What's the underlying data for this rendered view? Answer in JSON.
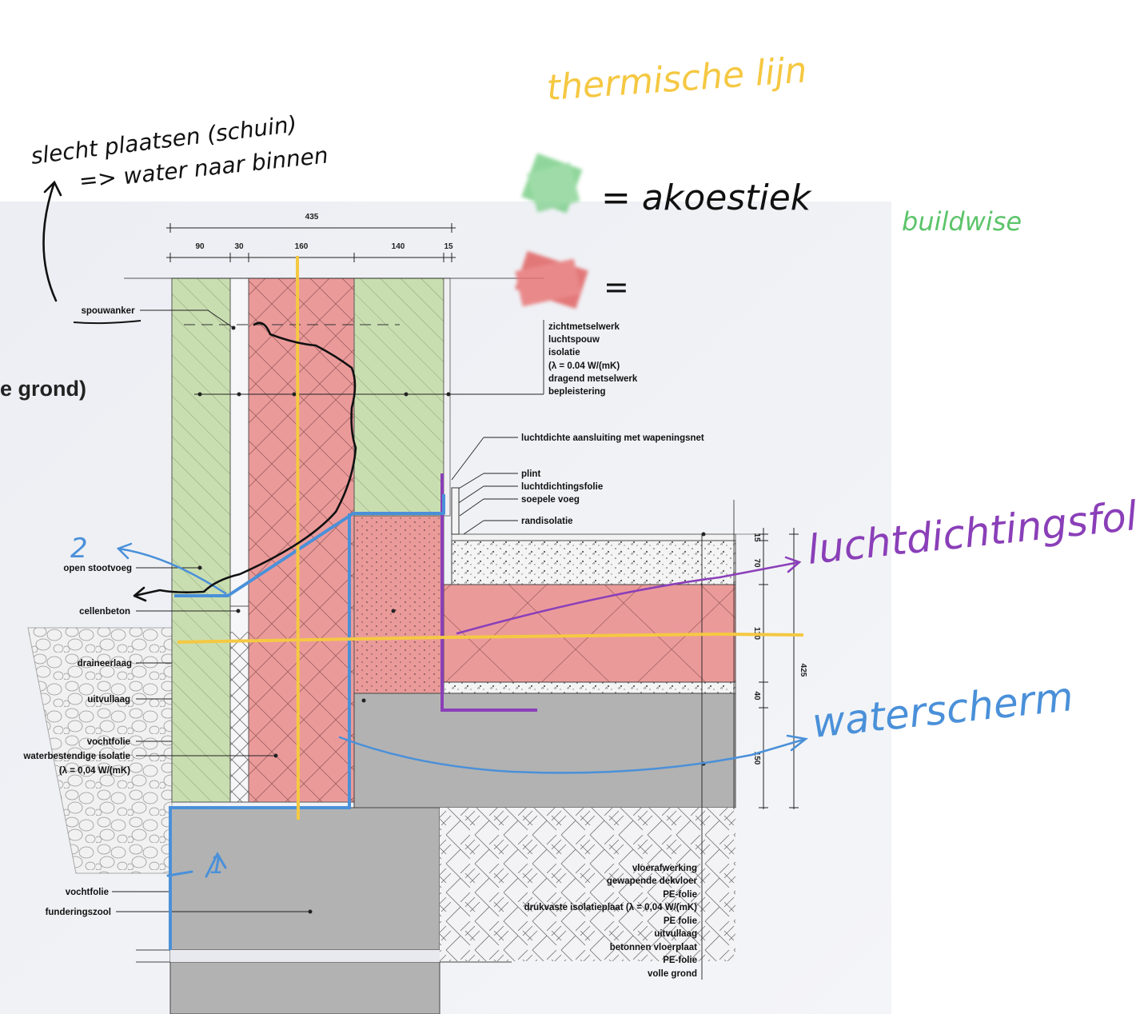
{
  "diagram": {
    "section_title_fragment": "e grond)",
    "dimensions_top": {
      "overall": "435",
      "segments": [
        "90",
        "30",
        "160",
        "140",
        "15"
      ]
    },
    "dimensions_right": {
      "segments": [
        "15",
        "70",
        "110",
        "40",
        "150"
      ],
      "overall": "425"
    },
    "labels_left": {
      "spouwanker": "spouwanker",
      "open_stootvoeg": "open stootvoeg",
      "cellenbeton": "cellenbeton",
      "draineerlaag": "draineerlaag",
      "uitvullaag": "uitvullaag",
      "vochtfolie": "vochtfolie",
      "waterbestendige_isolatie": "waterbestendige isolatie",
      "lambda_left": "(λ = 0,04 W/(mK)",
      "vochtfolie_bottom": "vochtfolie",
      "funderingszool": "funderingszool"
    },
    "labels_wall": [
      "zichtmetselwerk",
      "luchtspouw",
      "isolatie",
      "(λ = 0.04 W/(mK)",
      "dragend metselwerk",
      "bepleistering"
    ],
    "labels_right": {
      "luchtdichte_aansluiting": "luchtdichte aansluiting met wapeningsnet",
      "plint": "plint",
      "luchtdichtingsfolie": "luchtdichtingsfolie",
      "soepele_voeg": "soepele voeg",
      "randisolatie": "randisolatie"
    },
    "labels_floor": [
      "vloerafwerking",
      "gewapende dekvloer",
      "PE-folie",
      "drukvaste isolatieplaat (λ = 0,04 W/(mK)",
      "PE folie",
      "uitvullaag",
      "betonnen vloerplaat",
      "PE-folie",
      "volle grond"
    ]
  },
  "annotations": {
    "note_line1": "slecht plaatsen (schuin)",
    "note_line2": "=> water naar binnen",
    "thermal_legend": "thermische lijn",
    "acoustic_legend": "= akoestiek",
    "red_legend": "=",
    "buildwise": "buildwise",
    "luchtdichtingsfolie": "luchtdichtingsfolie",
    "waterscherm": "waterscherm",
    "symbol_2": "2",
    "symbol_1": "1"
  },
  "colors": {
    "thermal_line": "#f5c842",
    "acoustic": "#6cc97a",
    "red_marker": "#e05a5a",
    "air_seal": "#8a3fb8",
    "water_screen": "#4a90d9",
    "buildwise_text": "#5cc46a",
    "green_fill": "#c9deb0",
    "red_fill": "#eb9a9a",
    "concrete": "#b2b2b2"
  }
}
